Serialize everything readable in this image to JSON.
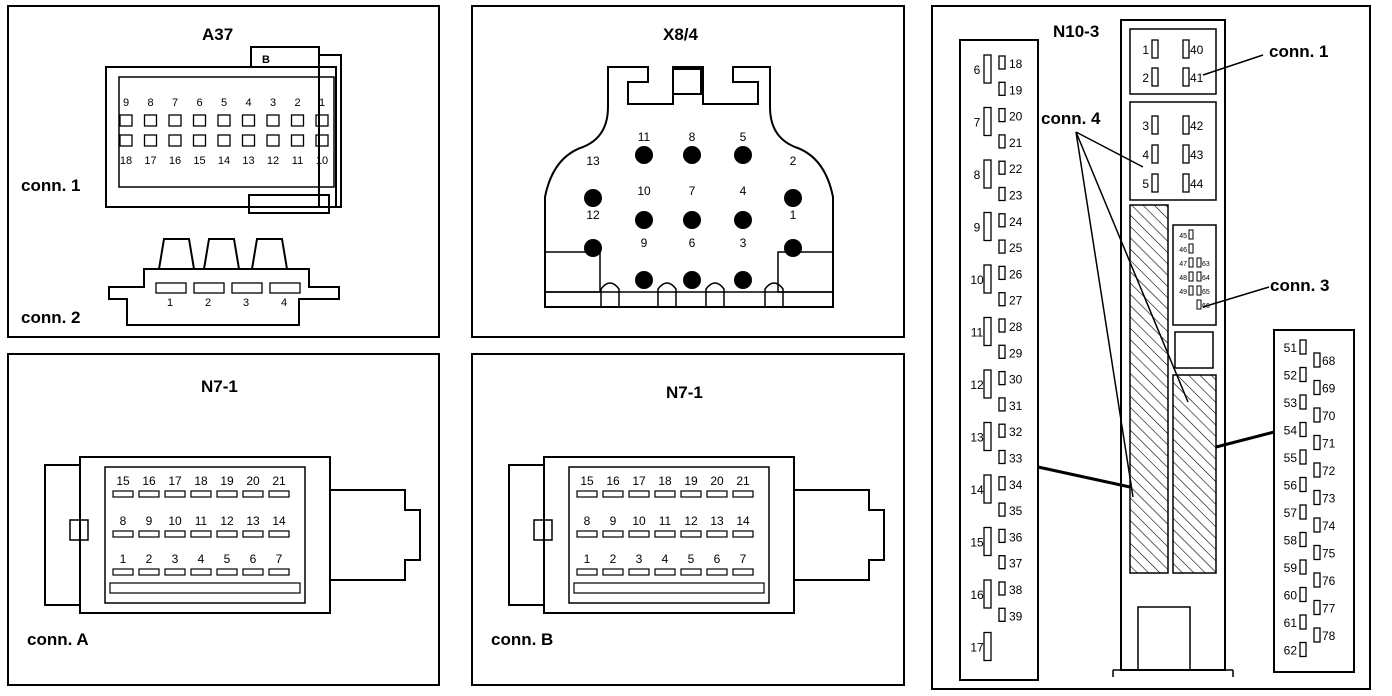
{
  "panels": {
    "a37": {
      "title": "A37",
      "conn1_label": "conn. 1",
      "conn2_label": "conn. 2",
      "key_label": "B",
      "top_row": [
        "9",
        "8",
        "7",
        "6",
        "5",
        "4",
        "3",
        "2",
        "1"
      ],
      "bottom_row": [
        "18",
        "17",
        "16",
        "15",
        "14",
        "13",
        "12",
        "11",
        "10"
      ],
      "conn2_pins": [
        "1",
        "2",
        "3",
        "4"
      ]
    },
    "x84": {
      "title": "X8/4",
      "pins": [
        "11",
        "8",
        "5",
        "13",
        "2",
        "10",
        "7",
        "4",
        "12",
        "1",
        "9",
        "6",
        "3"
      ]
    },
    "n71a": {
      "title": "N7-1",
      "label": "conn. A",
      "row1": [
        "15",
        "16",
        "17",
        "18",
        "19",
        "20",
        "21"
      ],
      "row2": [
        "8",
        "9",
        "10",
        "11",
        "12",
        "13",
        "14"
      ],
      "row3": [
        "1",
        "2",
        "3",
        "4",
        "5",
        "6",
        "7"
      ]
    },
    "n71b": {
      "title": "N7-1",
      "label": "conn. B",
      "row1": [
        "15",
        "16",
        "17",
        "18",
        "19",
        "20",
        "21"
      ],
      "row2": [
        "8",
        "9",
        "10",
        "11",
        "12",
        "13",
        "14"
      ],
      "row3": [
        "1",
        "2",
        "3",
        "4",
        "5",
        "6",
        "7"
      ]
    },
    "n103": {
      "title": "N10-3",
      "conn1_label": "conn. 1",
      "conn3_label": "conn. 3",
      "conn4_label": "conn. 4",
      "left_strip_a": [
        "6",
        "7",
        "8",
        "9",
        "10",
        "11",
        "12",
        "13",
        "14",
        "15",
        "16",
        "17"
      ],
      "left_strip_b": [
        "18",
        "19",
        "20",
        "21",
        "22",
        "23",
        "24",
        "25",
        "26",
        "27",
        "28",
        "29",
        "30",
        "31",
        "32",
        "33",
        "34",
        "35",
        "36",
        "37",
        "38",
        "39"
      ],
      "conn1_a": [
        "1",
        "2"
      ],
      "conn1_b": [
        "40",
        "41"
      ],
      "conn4_a": [
        "3",
        "4",
        "5"
      ],
      "conn4_b": [
        "42",
        "43",
        "44"
      ],
      "conn3_a": [
        "45",
        "46",
        "47",
        "48",
        "49"
      ],
      "conn3_b": [
        "63",
        "64",
        "65",
        "66"
      ],
      "right_strip_a": [
        "51",
        "52",
        "53",
        "54",
        "55",
        "56",
        "57",
        "58",
        "59",
        "60",
        "61",
        "62"
      ],
      "right_strip_b": [
        "68",
        "69",
        "70",
        "71",
        "72",
        "73",
        "74",
        "75",
        "76",
        "77",
        "78"
      ]
    }
  }
}
